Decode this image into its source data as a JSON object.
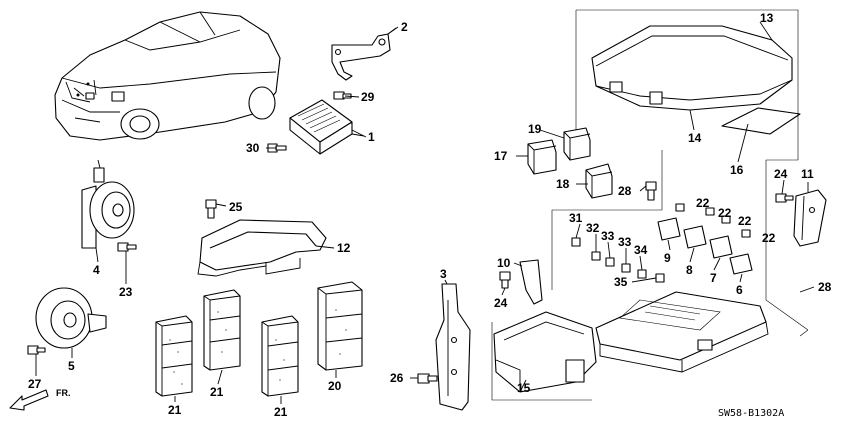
{
  "diagram": {
    "callouts": [
      {
        "label": "1"
      },
      {
        "label": "2"
      },
      {
        "label": "3"
      },
      {
        "label": "4"
      },
      {
        "label": "5"
      },
      {
        "label": "6"
      },
      {
        "label": "7"
      },
      {
        "label": "8"
      },
      {
        "label": "9"
      },
      {
        "label": "10"
      },
      {
        "label": "11"
      },
      {
        "label": "12"
      },
      {
        "label": "13"
      },
      {
        "label": "14"
      },
      {
        "label": "15"
      },
      {
        "label": "16"
      },
      {
        "label": "17"
      },
      {
        "label": "18"
      },
      {
        "label": "19"
      },
      {
        "label": "20"
      },
      {
        "label": "21"
      },
      {
        "label": "21"
      },
      {
        "label": "21"
      },
      {
        "label": "22"
      },
      {
        "label": "22"
      },
      {
        "label": "22"
      },
      {
        "label": "22"
      },
      {
        "label": "23"
      },
      {
        "label": "24"
      },
      {
        "label": "24"
      },
      {
        "label": "25"
      },
      {
        "label": "26"
      },
      {
        "label": "27"
      },
      {
        "label": "28"
      },
      {
        "label": "28"
      },
      {
        "label": "29"
      },
      {
        "label": "30"
      },
      {
        "label": "31"
      },
      {
        "label": "32"
      },
      {
        "label": "33"
      },
      {
        "label": "33"
      },
      {
        "label": "34"
      },
      {
        "label": "35"
      }
    ],
    "direction_label": "FR.",
    "diagram_code": "SW58-B1302A"
  }
}
